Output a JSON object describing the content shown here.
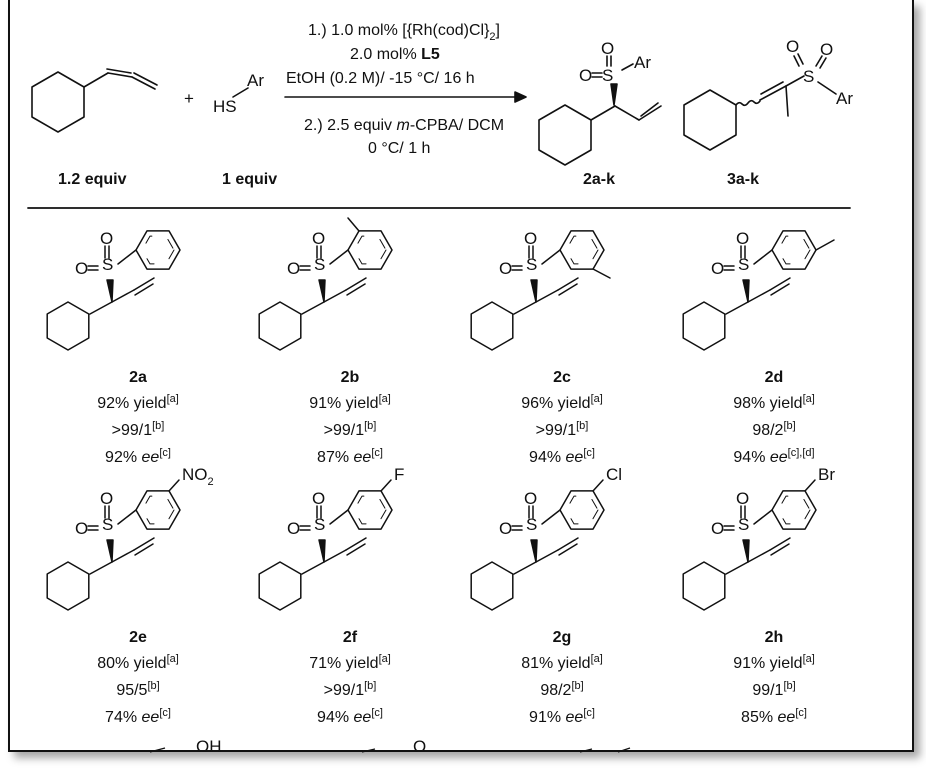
{
  "header": {
    "conditions": {
      "line1": "1.) 1.0 mol% [{Rh(cod)Cl}",
      "line1_sub": "2",
      "line1_end": "]",
      "line2_pre": "2.0 mol% ",
      "line2_bold": "L5",
      "line3": "EtOH (0.2 M)/ -15 °C/ 16 h",
      "line4_pre": "2.) 2.5 equiv ",
      "line4_it": "m",
      "line4_post": "-CPBA/ DCM",
      "line5": "0 °C/ 1 h"
    },
    "plus": "+",
    "reagent_labels": {
      "allene_equiv": "1.2 equiv",
      "thiol_equiv": "1 equiv",
      "product_a": "2a-k",
      "product_b": "3a-k"
    },
    "atoms": {
      "HS": "HS",
      "Ar": "Ar",
      "S": "S",
      "O": "O"
    }
  },
  "compounds": [
    {
      "id": "2a",
      "sub": "",
      "yield": "92% yield",
      "yield_note": "[a]",
      "ratio": ">99/1",
      "ratio_note": "[b]",
      "ee": "92% ",
      "ee_note": "[c]"
    },
    {
      "id": "2b",
      "sub": "",
      "yield": "91% yield",
      "yield_note": "[a]",
      "ratio": ">99/1",
      "ratio_note": "[b]",
      "ee": "87% ",
      "ee_note": "[c]"
    },
    {
      "id": "2c",
      "sub": "",
      "yield": "96% yield",
      "yield_note": "[a]",
      "ratio": ">99/1",
      "ratio_note": "[b]",
      "ee": "94% ",
      "ee_note": "[c]"
    },
    {
      "id": "2d",
      "sub": "",
      "yield": "98% yield",
      "yield_note": "[a]",
      "ratio": "98/2",
      "ratio_note": "[b]",
      "ee": "94% ",
      "ee_note": "[c],[d]"
    },
    {
      "id": "2e",
      "sub": "NO",
      "sub_index": "2",
      "yield": "80% yield",
      "yield_note": "[a]",
      "ratio": "95/5",
      "ratio_note": "[b]",
      "ee": "74% ",
      "ee_note": "[c]"
    },
    {
      "id": "2f",
      "sub": "F",
      "yield": "71% yield",
      "yield_note": "[a]",
      "ratio": ">99/1",
      "ratio_note": "[b]",
      "ee": "94% ",
      "ee_note": "[c]"
    },
    {
      "id": "2g",
      "sub": "Cl",
      "yield": "81% yield",
      "yield_note": "[a]",
      "ratio": "98/2",
      "ratio_note": "[b]",
      "ee": "91% ",
      "ee_note": "[c]"
    },
    {
      "id": "2h",
      "sub": "Br",
      "yield": "91% yield",
      "yield_note": "[a]",
      "ratio": "99/1",
      "ratio_note": "[b]",
      "ee": "85% ",
      "ee_note": "[c]"
    }
  ],
  "ee_word": "ee",
  "cutoff": {
    "oh": "OH",
    "o": "O"
  }
}
